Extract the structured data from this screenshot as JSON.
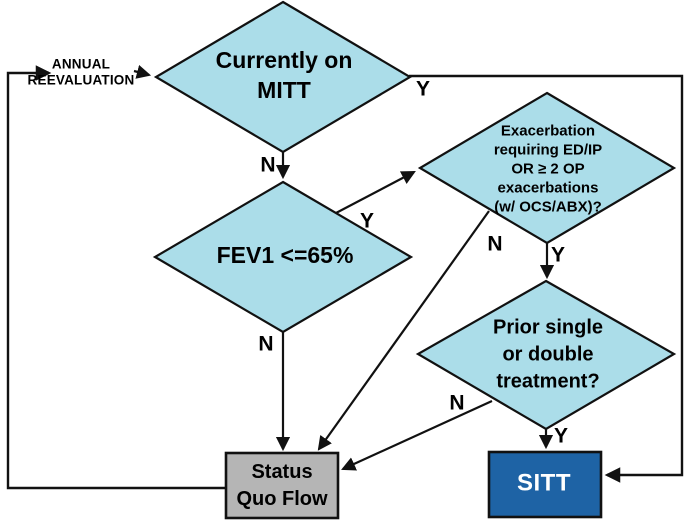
{
  "diagram": {
    "type": "flowchart",
    "nodes": {
      "annual_reevaluation": {
        "label": "ANNUAL\nREEVALUATION",
        "type": "label"
      },
      "currently_on_mitt": {
        "label": "Currently on\nMITT",
        "type": "decision"
      },
      "fev1": {
        "label": "FEV1 <=65%",
        "type": "decision"
      },
      "exacerbation": {
        "label": "Exacerbation\nrequiring ED/IP\nOR ≥ 2 OP\nexacerbations\n(w/ OCS/ABX)?",
        "type": "decision"
      },
      "prior_treatment": {
        "label": "Prior single\nor double\ntreatment?",
        "type": "decision"
      },
      "status_quo_flow": {
        "label": "Status\nQuo Flow",
        "type": "process"
      },
      "sitt": {
        "label": "SITT",
        "type": "process"
      }
    },
    "edges": [
      {
        "from": "annual_reevaluation",
        "to": "currently_on_mitt",
        "label": ""
      },
      {
        "from": "currently_on_mitt",
        "to": "fev1",
        "label": "N"
      },
      {
        "from": "currently_on_mitt",
        "to": "sitt",
        "label": "Y"
      },
      {
        "from": "fev1",
        "to": "exacerbation",
        "label": "Y"
      },
      {
        "from": "fev1",
        "to": "status_quo_flow",
        "label": "N"
      },
      {
        "from": "exacerbation",
        "to": "prior_treatment",
        "label": "Y"
      },
      {
        "from": "exacerbation",
        "to": "status_quo_flow",
        "label": "N"
      },
      {
        "from": "prior_treatment",
        "to": "sitt",
        "label": "Y"
      },
      {
        "from": "prior_treatment",
        "to": "status_quo_flow",
        "label": "N"
      },
      {
        "from": "status_quo_flow",
        "to": "annual_reevaluation",
        "label": ""
      }
    ],
    "colors": {
      "decision_fill": "#abdde9",
      "process_fill": "#b5b5b5",
      "sitt_fill": "#1e63a5",
      "line": "#111111"
    }
  }
}
